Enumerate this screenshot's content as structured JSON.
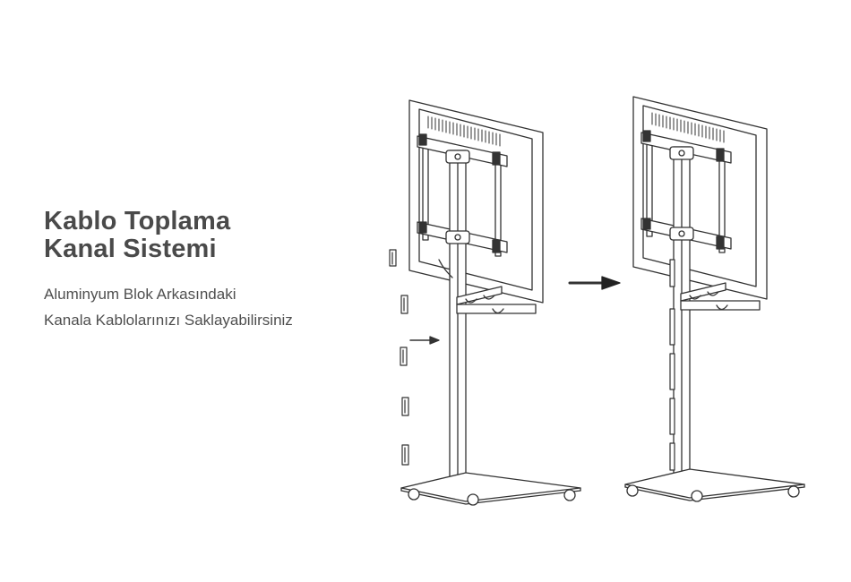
{
  "heading": {
    "line1": "Kablo Toplama",
    "line2": "Kanal Sistemi"
  },
  "description": {
    "line1": "Aluminyum Blok Arkasındaki",
    "line2": "Kanala Kablolarınızı Saklayabilirsiniz"
  },
  "illustration": {
    "left_figure": "tv-stand-before-icon",
    "right_figure": "tv-stand-after-icon",
    "arrow": "right-arrow-icon",
    "stroke_color": "#333333"
  }
}
